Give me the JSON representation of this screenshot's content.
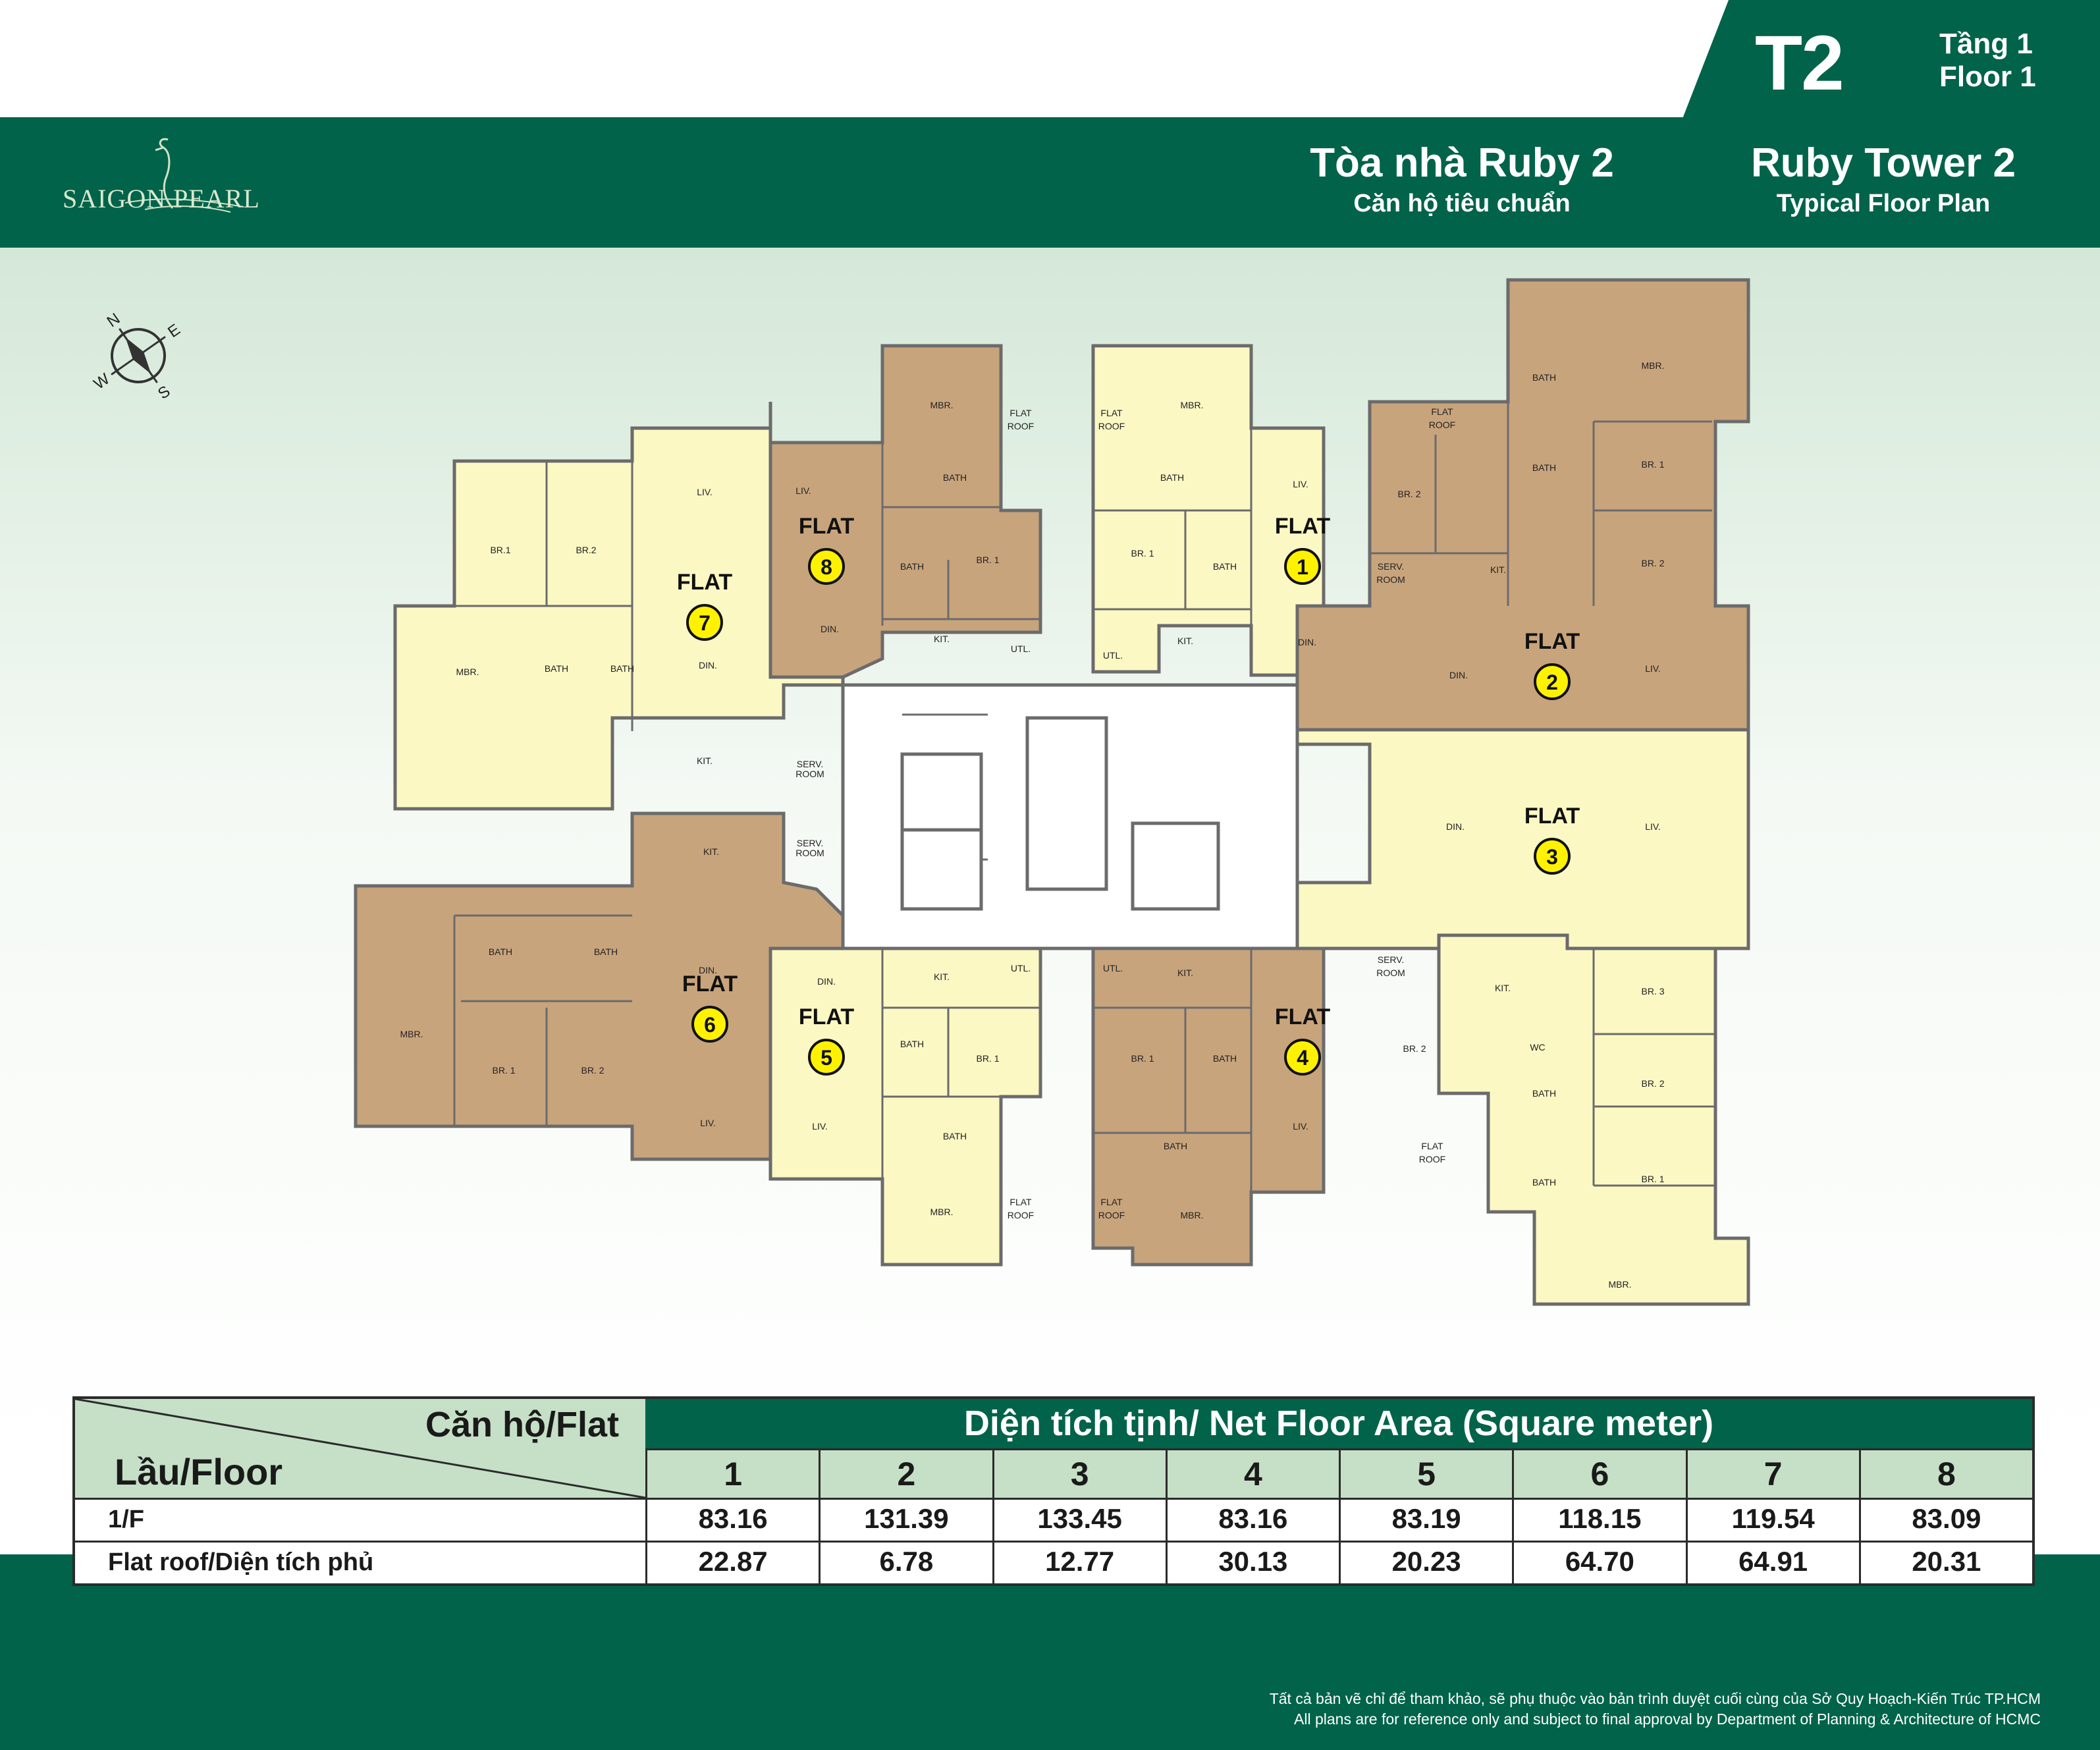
{
  "header": {
    "code": "T2",
    "floor_vi": "Tầng 1",
    "floor_en": "Floor 1",
    "logo_text": "SAIGON PEARL",
    "title_vi": "Tòa nhà Ruby 2",
    "subtitle_vi": "Căn hộ tiêu chuẩn",
    "title_en": "Ruby Tower 2",
    "subtitle_en": "Typical Floor Plan"
  },
  "compass": {
    "labels": [
      "N",
      "E",
      "S",
      "W"
    ]
  },
  "plan": {
    "flat_word": "FLAT",
    "flats": [
      {
        "number": "1",
        "tone": "light"
      },
      {
        "number": "2",
        "tone": "dark"
      },
      {
        "number": "3",
        "tone": "light"
      },
      {
        "number": "4",
        "tone": "dark"
      },
      {
        "number": "5",
        "tone": "light"
      },
      {
        "number": "6",
        "tone": "dark"
      },
      {
        "number": "7",
        "tone": "light"
      },
      {
        "number": "8",
        "tone": "dark"
      }
    ],
    "room_labels": {
      "liv": "LIV.",
      "din": "DIN.",
      "kit": "KIT.",
      "mbr": "MBR.",
      "br1": "BR. 1",
      "br1_alt": "BR.1",
      "br2": "BR. 2",
      "br2_alt": "BR.2",
      "br3": "BR. 3",
      "bath": "BATH",
      "utl": "UTL.",
      "wc": "WC",
      "serv1": "SERV.",
      "serv2": "ROOM",
      "flat_roof1": "FLAT",
      "flat_roof2": "ROOF"
    },
    "colors": {
      "light": "#fbf8c4",
      "dark": "#c8a47c",
      "core": "#ffffff",
      "wall": "#6b6b6b"
    }
  },
  "table": {
    "corner_col": "Căn hộ/Flat",
    "corner_row": "Lầu/Floor",
    "header": "Diện tích tịnh/ Net Floor Area (Square meter)",
    "flats": [
      "1",
      "2",
      "3",
      "4",
      "5",
      "6",
      "7",
      "8"
    ],
    "rows": [
      {
        "label": "1/F",
        "values": [
          "83.16",
          "131.39",
          "133.45",
          "83.16",
          "83.19",
          "118.15",
          "119.54",
          "83.09"
        ]
      },
      {
        "label": "Flat roof/Diện tích phủ",
        "values": [
          "22.87",
          "6.78",
          "12.77",
          "30.13",
          "20.23",
          "64.70",
          "64.91",
          "20.31"
        ]
      }
    ]
  },
  "disclaimer": {
    "vi": "Tất cả bản vẽ chỉ để tham khảo, sẽ phụ thuộc vào bản trình duyệt cuối cùng của Sở Quy Hoạch-Kiến Trúc TP.HCM",
    "en": "All plans are for reference only and subject to final approval by Department of Planning & Architecture of HCMC"
  }
}
